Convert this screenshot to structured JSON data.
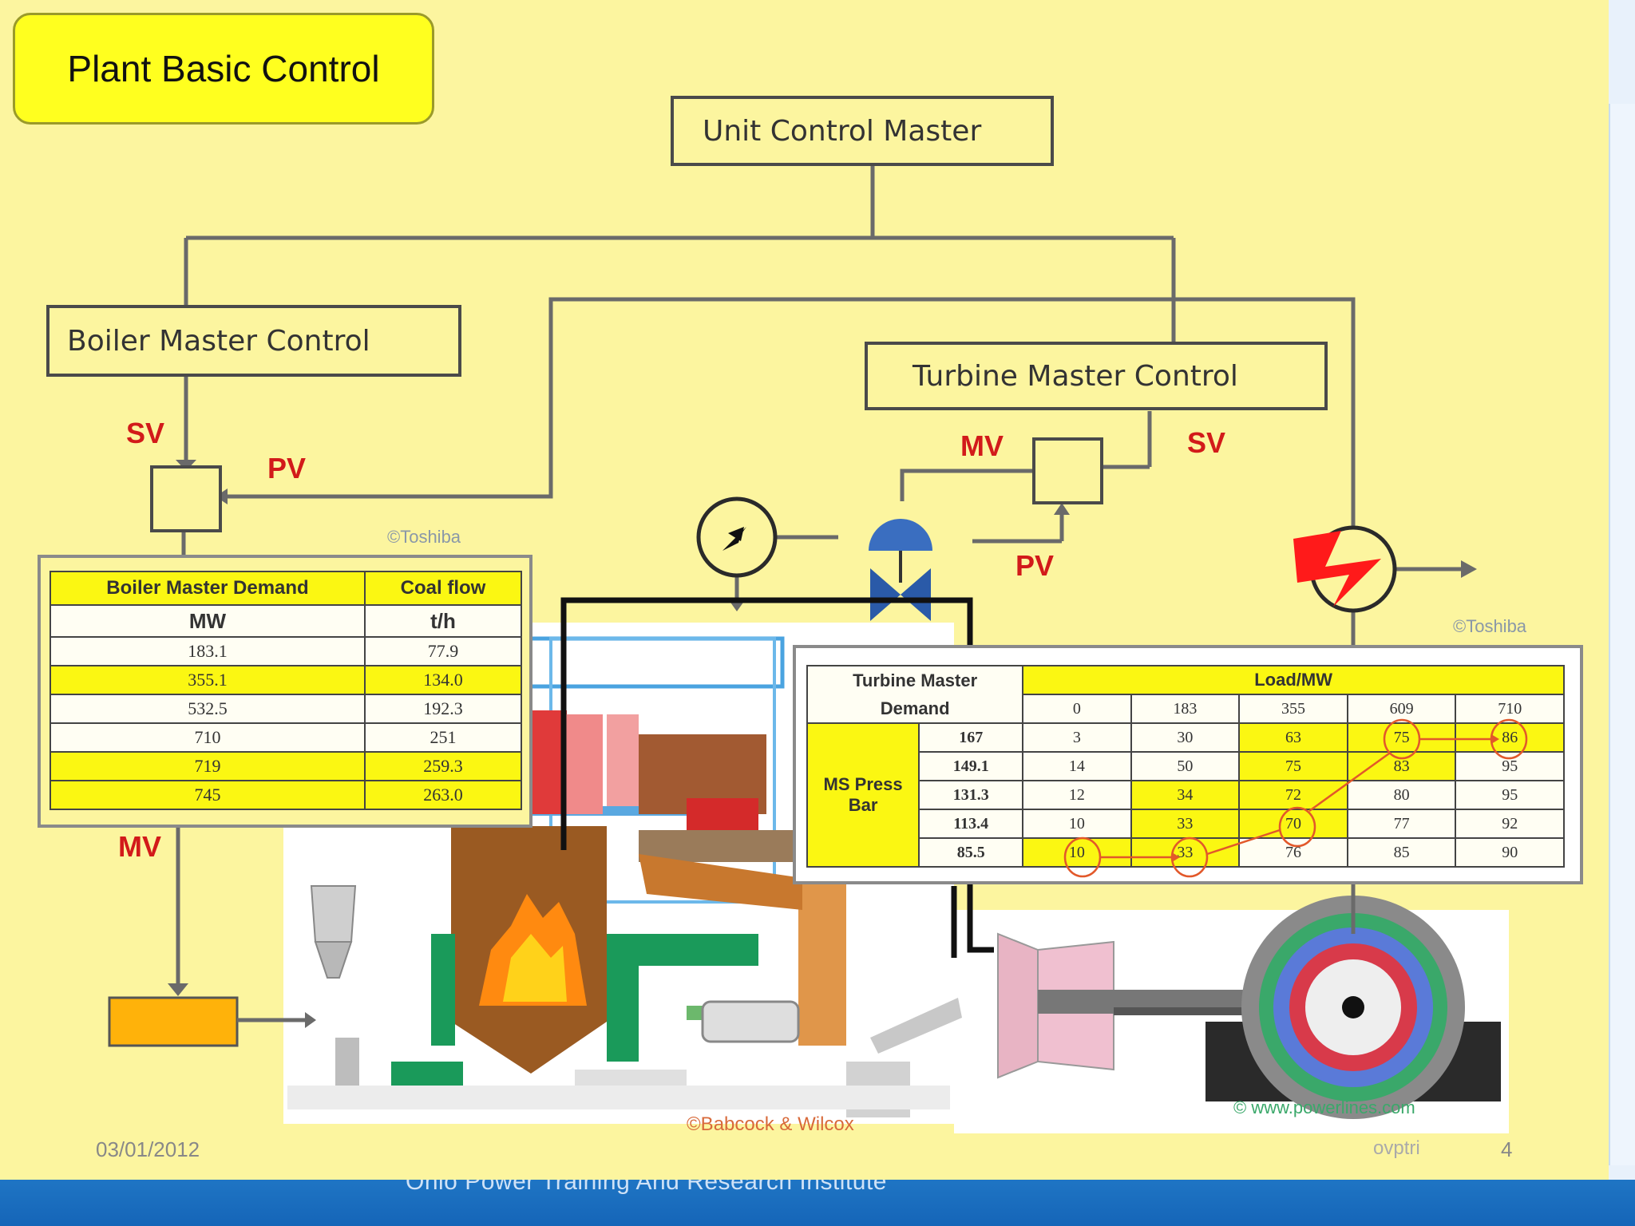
{
  "title": "Plant Basic Control",
  "unit_master": "Unit Control Master",
  "boiler_master": "Boiler Master Control",
  "turbine_master": "Turbine Master Control",
  "signals": {
    "sv": "SV",
    "pv": "PV",
    "mv": "MV"
  },
  "credits": {
    "toshiba": "©Toshiba",
    "babcock": "©Babcock & Wilcox",
    "power": "© www.powerlines.com"
  },
  "boiler_table": {
    "h1": "Boiler Master Demand",
    "h2": "Coal flow",
    "u1": "MW",
    "u2": "t/h",
    "rows": [
      [
        "183.1",
        "77.9"
      ],
      [
        "355.1",
        "134.0"
      ],
      [
        "532.5",
        "192.3"
      ],
      [
        "710",
        "251"
      ],
      [
        "719",
        "259.3"
      ],
      [
        "745",
        "263.0"
      ]
    ]
  },
  "turbine_table": {
    "h1": "Turbine Master",
    "h1b": "Demand",
    "load": "Load/MW",
    "loads": [
      "0",
      "183",
      "355",
      "609",
      "710"
    ],
    "row_label": "MS Press",
    "row_label_b": "Bar",
    "rows": [
      [
        "167",
        "3",
        "30",
        "63",
        "75",
        "86"
      ],
      [
        "149.1",
        "14",
        "50",
        "75",
        "83",
        "95"
      ],
      [
        "131.3",
        "12",
        "34",
        "72",
        "80",
        "95"
      ],
      [
        "113.4",
        "10",
        "33",
        "70",
        "77",
        "92"
      ],
      [
        "85.5",
        "10",
        "33",
        "76",
        "85",
        "90"
      ]
    ]
  },
  "footer": {
    "date": "03/01/2012",
    "logo": "ovptri",
    "page": "4",
    "institute": "Ohio Power Training And Research Institute"
  },
  "colors": {
    "background": "#fcf59f",
    "title_fill": "#ffff1f",
    "signal_red": "#d21a1a",
    "table_yellow": "#fbf712",
    "footer_blue": "#1f75c4"
  }
}
